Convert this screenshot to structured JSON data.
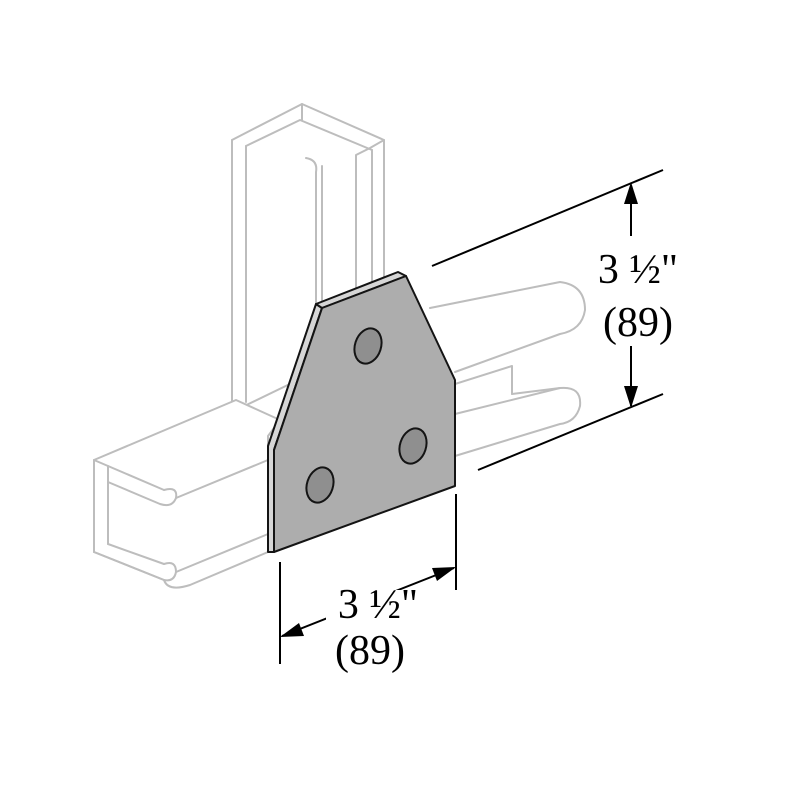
{
  "dimensions": {
    "height": {
      "imperial": "3 ½\"",
      "metric": "(89)"
    },
    "width": {
      "imperial": "3 ½\"",
      "metric": "(89)"
    }
  },
  "colors": {
    "plate_face": "#adadad",
    "plate_edge": "#d6d6d6",
    "hole_fill": "#8f8f8f",
    "channel_outline": "#bdbdbd",
    "dimension_ink": "#000000"
  }
}
